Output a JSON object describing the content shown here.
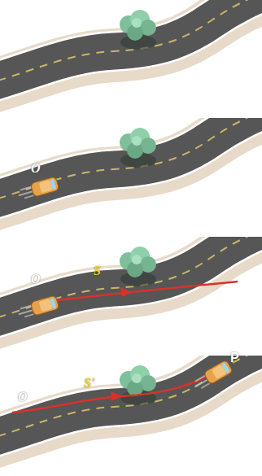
{
  "diagram": {
    "labels": [
      "O",
      "O",
      "S",
      "O",
      "S'",
      "P"
    ]
  }
}
